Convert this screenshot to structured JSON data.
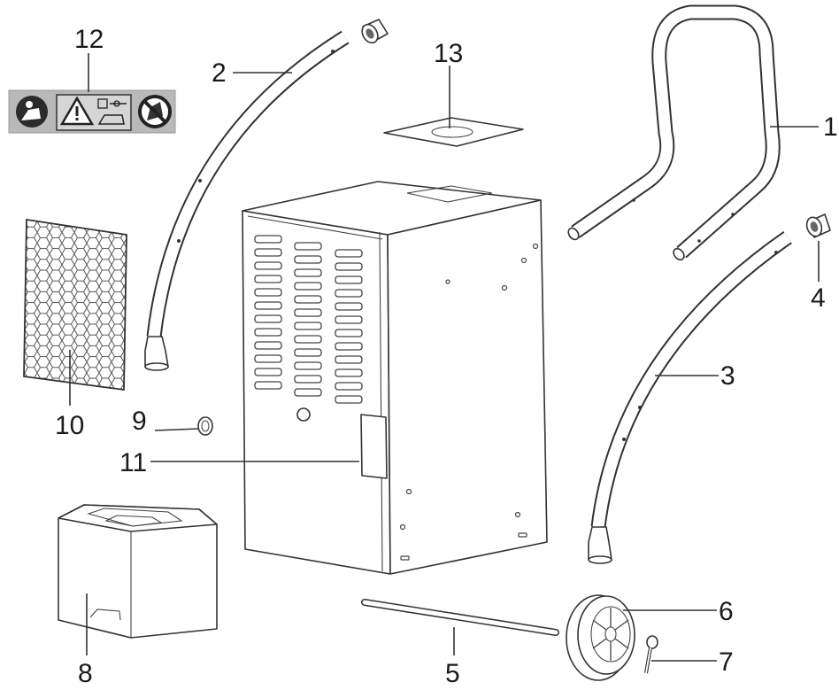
{
  "callouts": [
    {
      "id": "1",
      "text": "1"
    },
    {
      "id": "2",
      "text": "2"
    },
    {
      "id": "3",
      "text": "3"
    },
    {
      "id": "4",
      "text": "4"
    },
    {
      "id": "5",
      "text": "5"
    },
    {
      "id": "6",
      "text": "6"
    },
    {
      "id": "7",
      "text": "7"
    },
    {
      "id": "8",
      "text": "8"
    },
    {
      "id": "9",
      "text": "9"
    },
    {
      "id": "10",
      "text": "10"
    },
    {
      "id": "11",
      "text": "11"
    },
    {
      "id": "12",
      "text": "12"
    },
    {
      "id": "13",
      "text": "13"
    }
  ],
  "icons": [
    "read-manual-icon",
    "warning-icon",
    "instructions-icon",
    "no-cover-icon"
  ],
  "colors": {
    "line": "#333333",
    "label_panel": "#b9b9b9",
    "background": "#ffffff"
  }
}
